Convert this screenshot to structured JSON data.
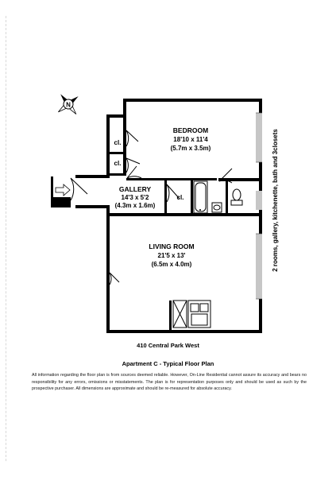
{
  "rooms": {
    "bedroom": {
      "name": "BEDROOM",
      "dim_ft": "18'10 x 11'4",
      "dim_m": "(5.7m x 3.5m)"
    },
    "gallery": {
      "name": "GALLERY",
      "dim_ft": "14'3 x 5'2",
      "dim_m": "(4.3m x 1.6m)"
    },
    "living": {
      "name": "LIVING ROOM",
      "dim_ft": "21'5 x 13'",
      "dim_m": "(6.5m x 4.0m)"
    },
    "closets": [
      "cl.",
      "cl.",
      "cl."
    ]
  },
  "side_label": "2 rooms, gallery, kitchenette, bath and 3closets",
  "compass": {
    "letter": "N"
  },
  "address": "410 Central Park West",
  "plan_title": "Apartment C - Typical Floor Plan",
  "disclaimer": "All information regarding the floor plan is from sources deemed reliable. However, On-Line Residential cannot assure its accuracy and bears no responsibility for any errors, omissions or misstatements. The plan is for representation purposes only and should be used as such by the prospective purchaser. All dimensions are approximate and should be re-measured for absolute accuracy."
}
